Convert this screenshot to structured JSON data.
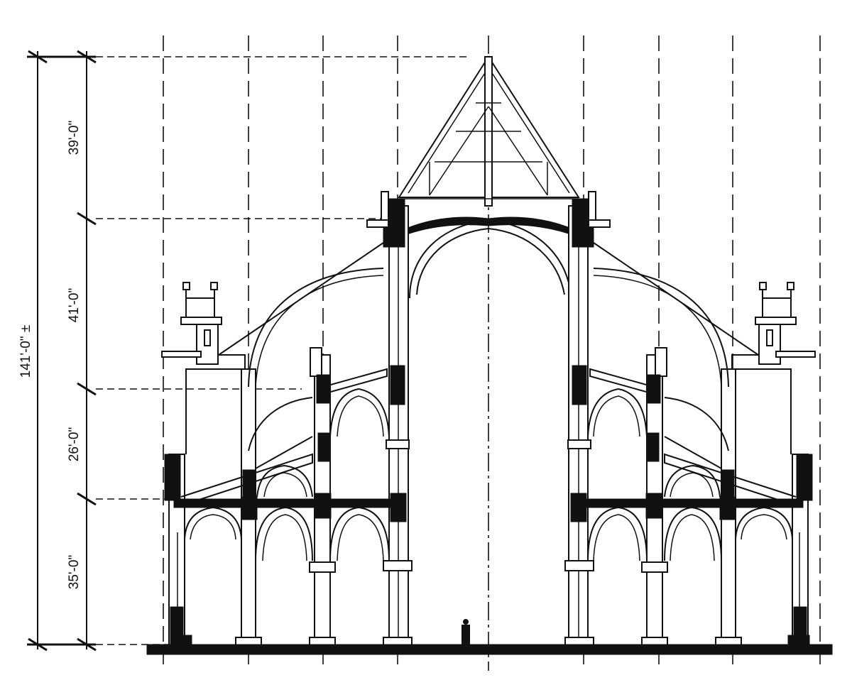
{
  "dimensions": {
    "total": "141'-0\" ±",
    "segments": [
      "39'-0\"",
      "41'-0\"",
      "26'-0\"",
      "35'-0\""
    ]
  }
}
